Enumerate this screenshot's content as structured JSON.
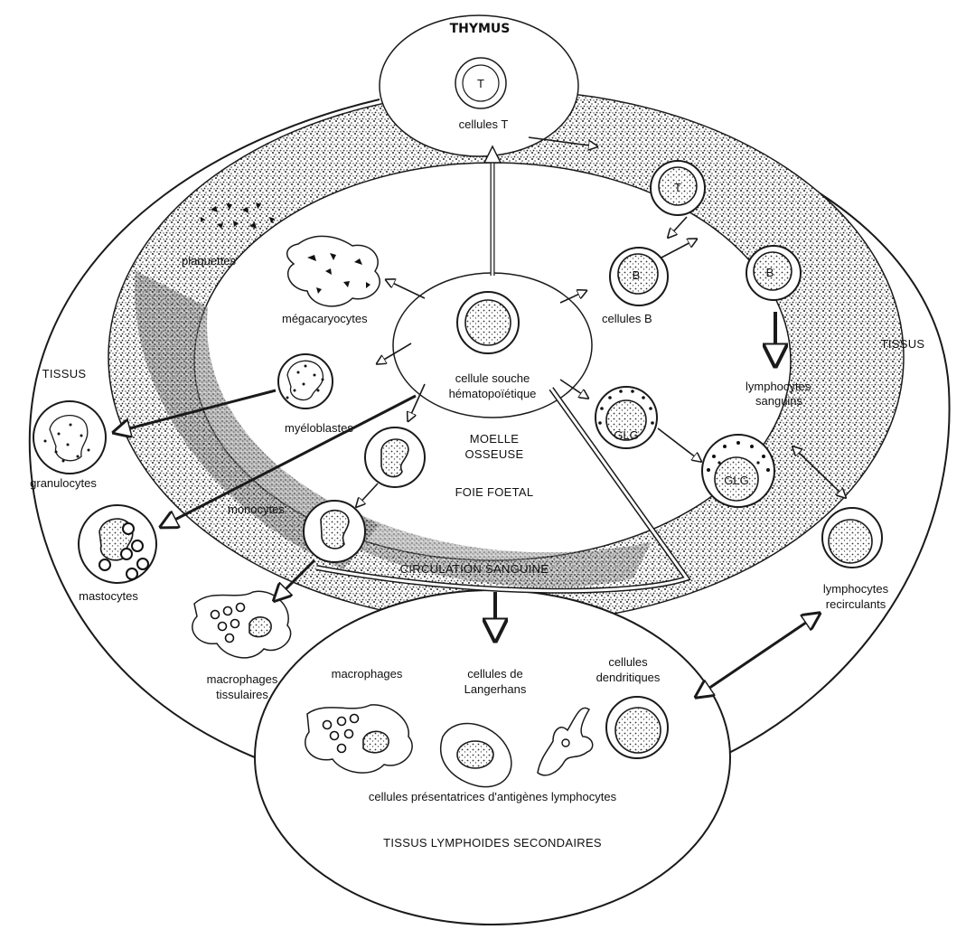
{
  "labels": {
    "thymus": "THYMUS",
    "cellules_t": "cellules T",
    "t_top": "T",
    "t_right": "T",
    "b_upper": "B",
    "b_right": "B",
    "glg_1": "GLG",
    "glg_2": "GLG",
    "plaquettes": "plaquettes",
    "megacaryocytes": "mégacaryocytes",
    "cellules_b": "cellules B",
    "tissus_left": "TISSUS",
    "tissus_right": "TISSUS",
    "stem_line1": "cellule souche",
    "stem_line2": "hématopoïétique",
    "myeloblastes": "myéloblastes",
    "lymphocytes_sanguins_1": "lymphocytes",
    "lymphocytes_sanguins_2": "sanguins",
    "granulocytes": "granulocytes",
    "moelle_1": "MOELLE",
    "moelle_2": "OSSEUSE",
    "foie_foetal": "FOIE FOETAL",
    "monocytes": "monocytes",
    "mastocytes": "mastocytes",
    "circulation": "CIRCULATION SANGUINE",
    "lympho_recirc_1": "lymphocytes",
    "lympho_recirc_2": "recirculants",
    "macrophages_tissu_1": "macrophages",
    "macrophages_tissu_2": "tissulaires",
    "macrophages": "macrophages",
    "langerhans_1": "cellules de",
    "langerhans_2": "Langerhans",
    "dendritiques_1": "cellules",
    "dendritiques_2": "dendritiques",
    "presentatrices": "cellules présentatrices d'antigènes lymphocytes",
    "tissus_lymphoides": "TISSUS LYMPHOIDES SECONDAIRES"
  }
}
